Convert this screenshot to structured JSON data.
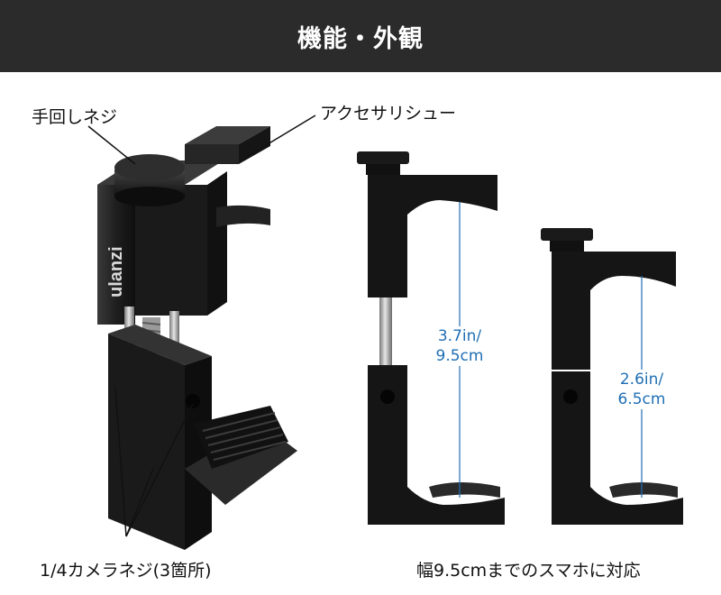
{
  "header": {
    "title": "機能・外観"
  },
  "labels": {
    "thumb_screw": "手回しネジ",
    "accessory_shoe": "アクセサリシュー",
    "camera_screw": "1/4カメラネジ(3箇所)",
    "phone_width": "幅9.5cmまでのスマホに対応"
  },
  "brand": {
    "logo_text": "ulanzi"
  },
  "measurements": {
    "max_line1": "3.7in/",
    "max_line2": "9.5cm",
    "min_line1": "2.6in/",
    "min_line2": "6.5cm"
  },
  "colors": {
    "header_bg": "#2b2b2b",
    "measure_blue": "#1f6fb5",
    "metal_black": "#1c1c1c"
  }
}
